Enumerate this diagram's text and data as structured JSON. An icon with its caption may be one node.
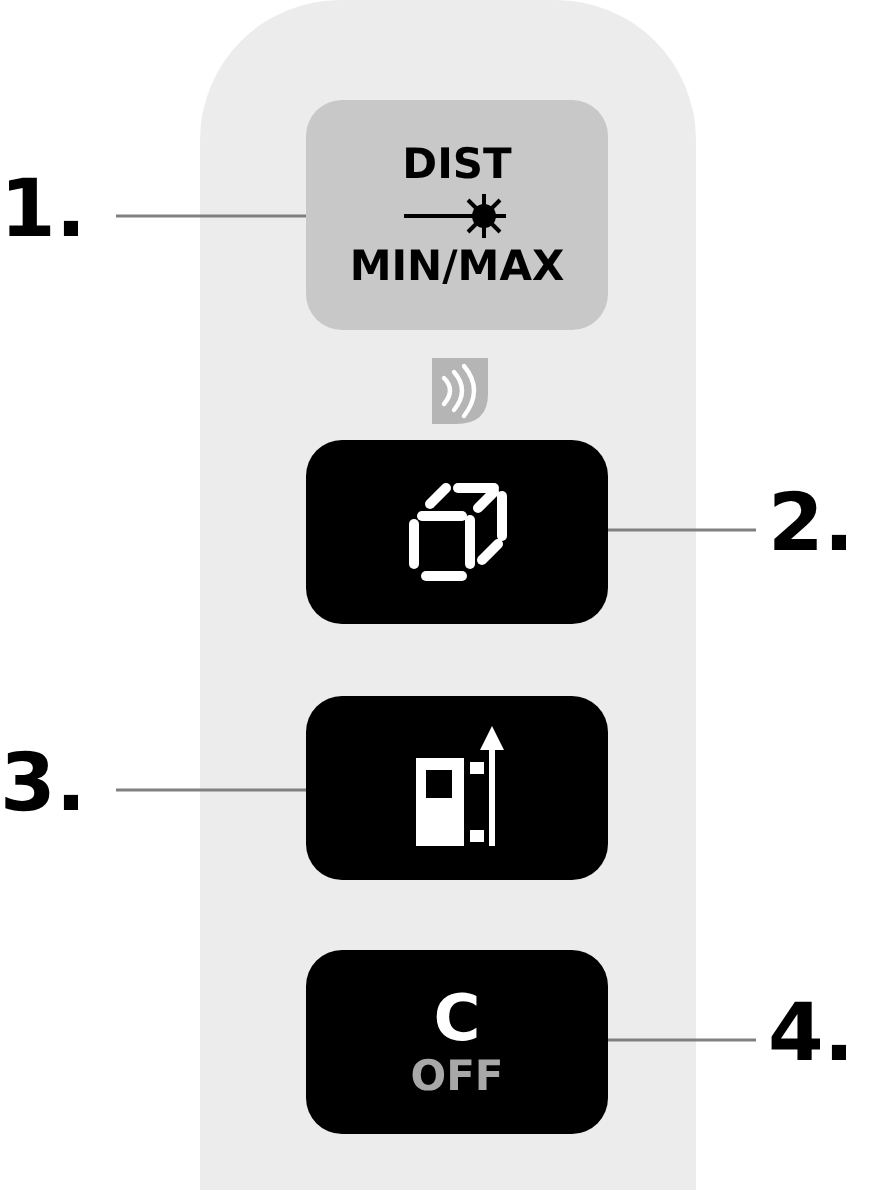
{
  "diagram": {
    "nodes": [
      {
        "text": [
          "1."
        ]
      },
      {
        "text": [
          "DIST",
          "MIN/MAX"
        ]
      },
      {
        "text": [],
        "shape": "box"
      },
      {
        "text": [
          "2."
        ]
      },
      {
        "text": [
          "3."
        ]
      },
      {
        "text": [],
        "shape": "box"
      },
      {
        "text": [
          "C",
          "OFF"
        ]
      },
      {
        "text": [
          "4."
        ]
      }
    ],
    "edges": [
      {
        "from": 0,
        "to": 1,
        "arrow": "none"
      },
      {
        "from": 3,
        "to": 2,
        "arrow": "none"
      },
      {
        "from": 4,
        "to": 5,
        "arrow": "none"
      },
      {
        "from": 7,
        "to": 6,
        "arrow": "none"
      }
    ]
  }
}
